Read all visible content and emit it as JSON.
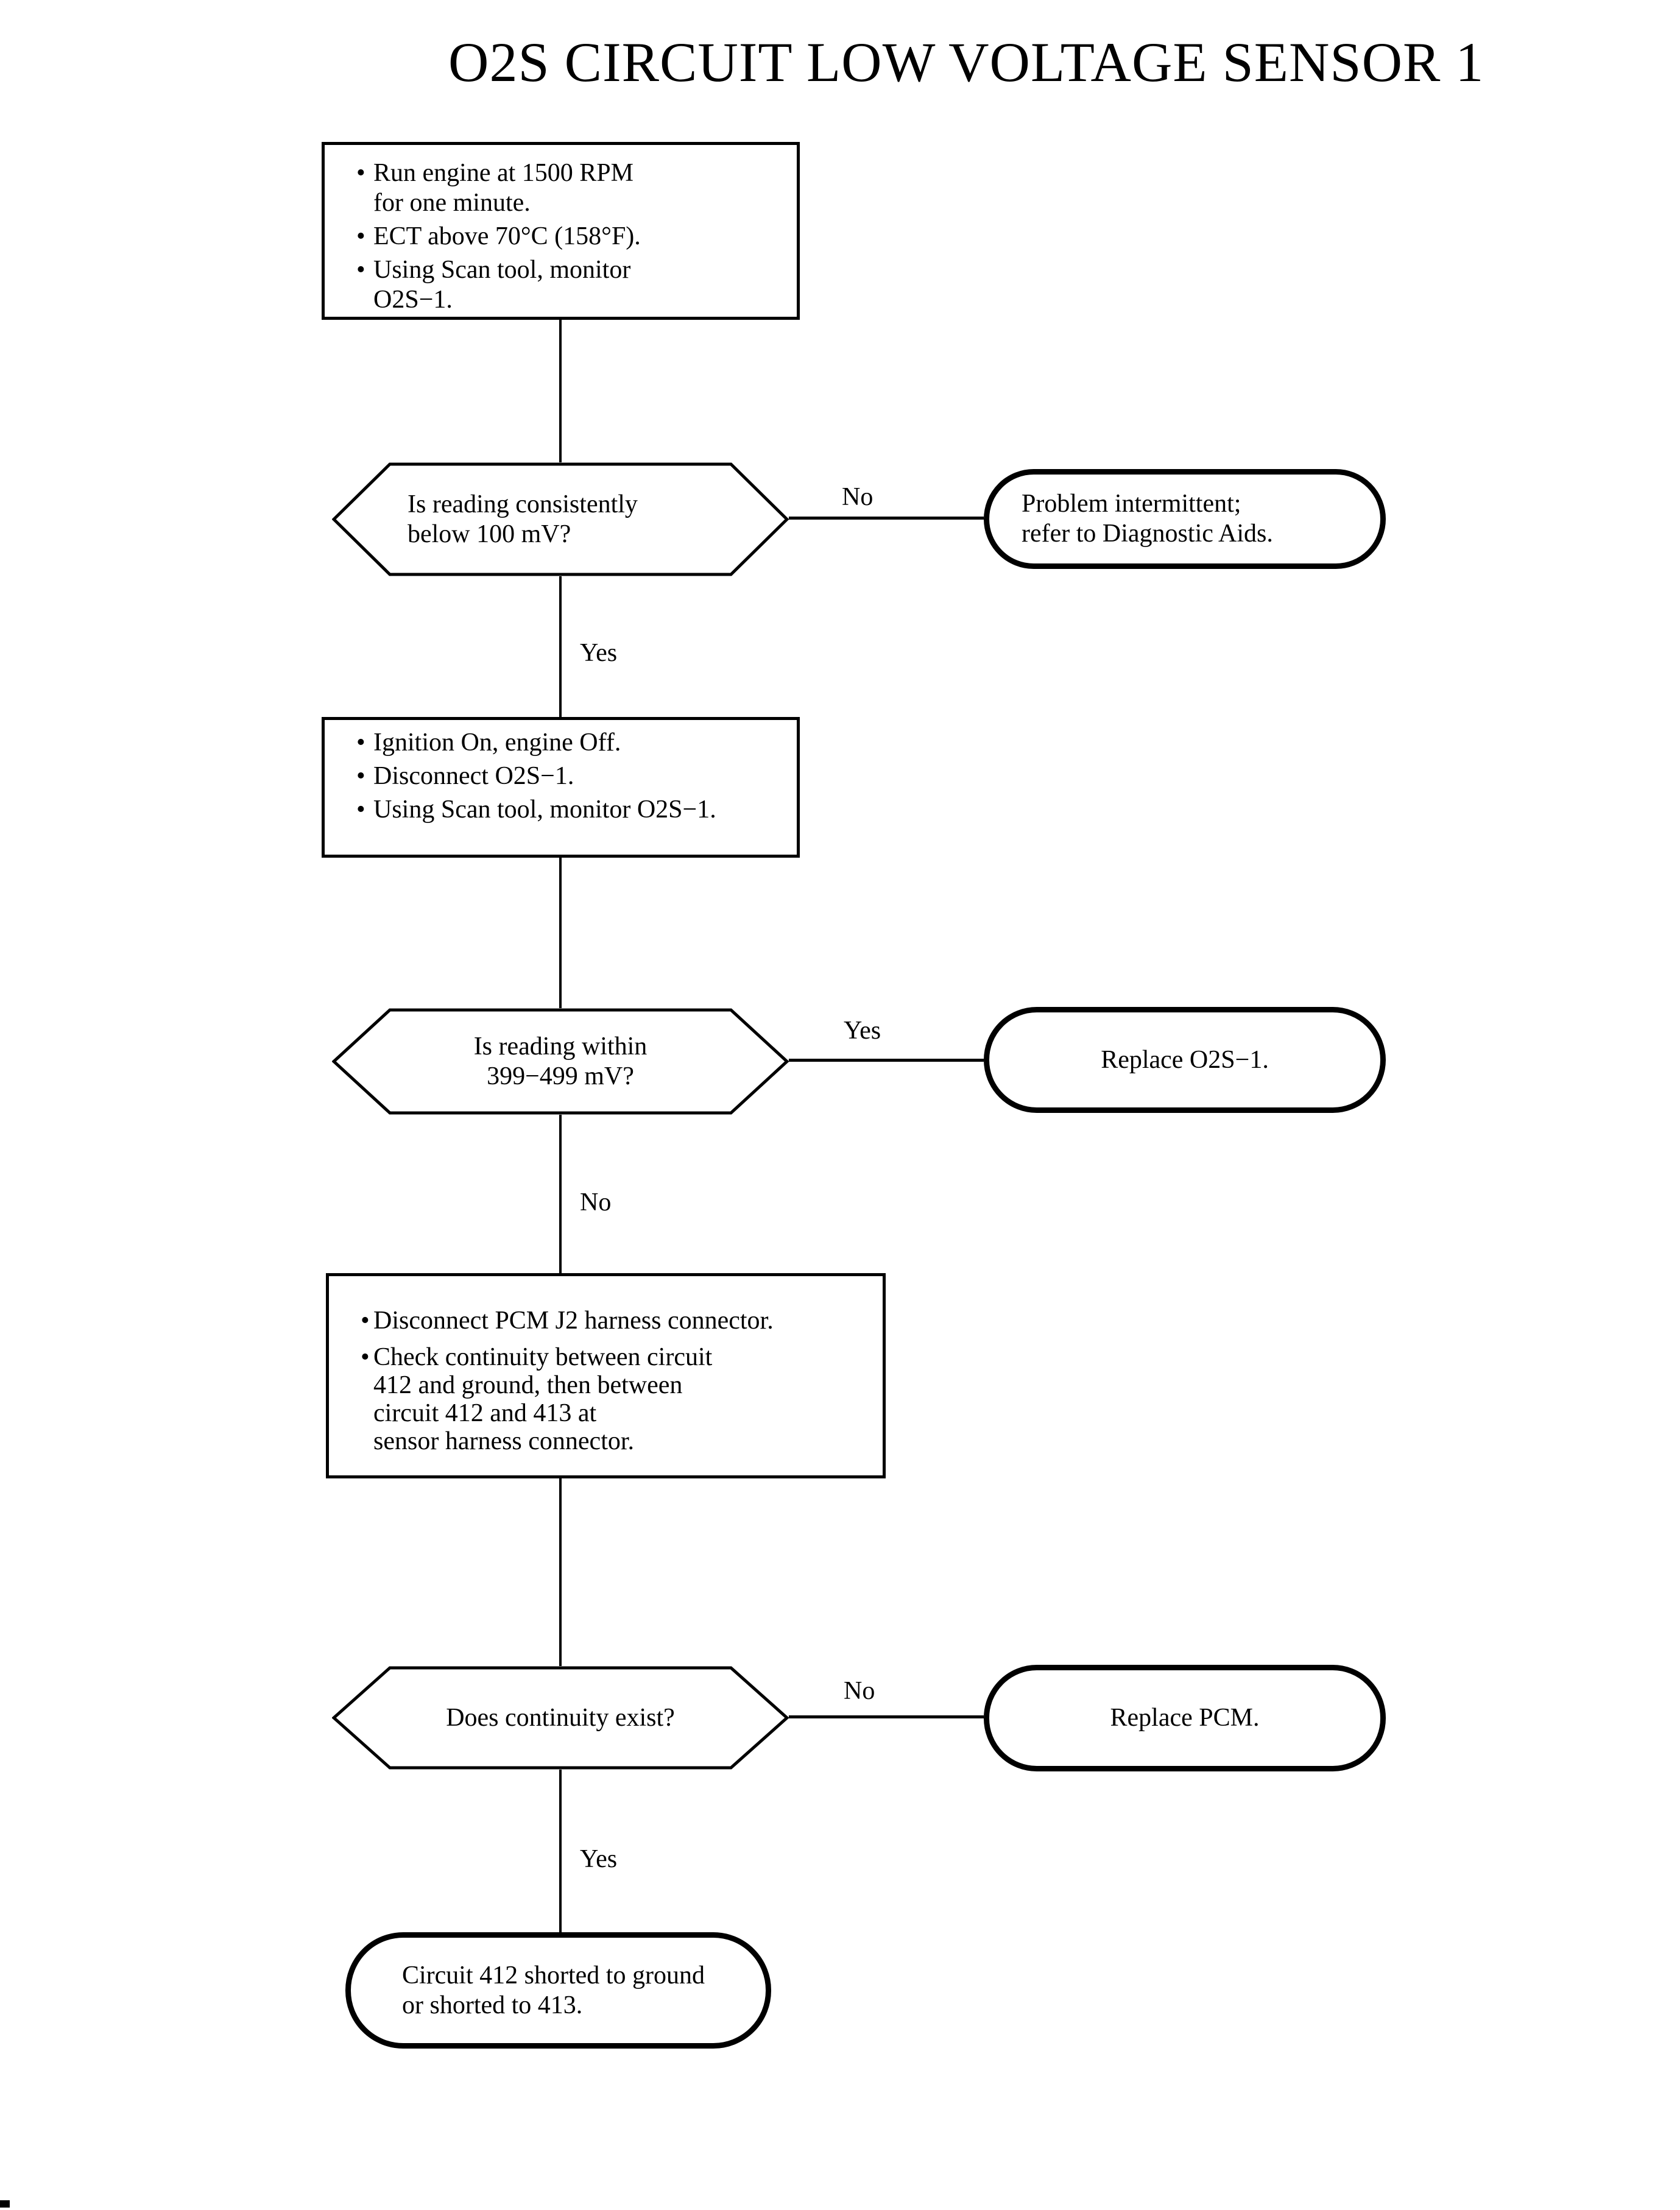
{
  "page": {
    "title": "O2S CIRCUIT LOW VOLTAGE SENSOR 1"
  },
  "bullet": "•",
  "branch_labels": {
    "yes": "Yes",
    "no": "No"
  },
  "nodes": {
    "start": {
      "type": "process",
      "items": [
        [
          "Run engine at 1500 RPM",
          "for one minute."
        ],
        [
          "ECT above 70°C (158°F)."
        ],
        [
          "Using Scan tool, monitor",
          "O2S−1."
        ]
      ]
    },
    "decision1": {
      "type": "decision",
      "lines": [
        "Is reading consistently",
        "below 100 mV?"
      ]
    },
    "result1": {
      "type": "terminal",
      "lines": [
        "Problem intermittent;",
        "refer to Diagnostic Aids."
      ]
    },
    "step2": {
      "type": "process",
      "items": [
        [
          "Ignition On, engine Off."
        ],
        [
          "Disconnect O2S−1."
        ],
        [
          "Using Scan tool, monitor O2S−1."
        ]
      ]
    },
    "decision2": {
      "type": "decision",
      "lines": [
        "Is reading within",
        "399−499 mV?"
      ]
    },
    "result2": {
      "type": "terminal",
      "lines": [
        "Replace O2S−1."
      ]
    },
    "step3": {
      "type": "process",
      "items": [
        [
          "Disconnect PCM J2 harness connector."
        ],
        [
          "Check continuity between circuit",
          "412 and ground, then between",
          "circuit 412 and 413 at",
          "sensor harness connector."
        ]
      ]
    },
    "decision3": {
      "type": "decision",
      "lines": [
        "Does continuity exist?"
      ]
    },
    "result3": {
      "type": "terminal",
      "lines": [
        "Replace PCM."
      ]
    },
    "end": {
      "type": "terminal",
      "lines": [
        "Circuit 412 shorted to ground",
        "or shorted to 413."
      ]
    }
  }
}
